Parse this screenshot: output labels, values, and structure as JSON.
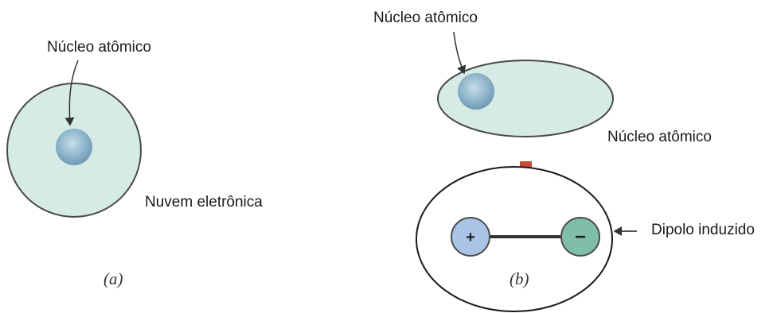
{
  "panel_a": {
    "nucleus_label": "Núcleo atômico",
    "cloud_label": "Nuvem eletrônica",
    "caption": "(a)"
  },
  "panel_b": {
    "nucleus_label": "Núcleo atômico",
    "side_label": "Núcleo atômico",
    "dipole_label": "Dipolo induzido",
    "caption": "(b)",
    "positive_sign": "+",
    "negative_sign": "−"
  },
  "colors": {
    "cloud_fill": "#d6ebe6",
    "outline": "#4a4a4a",
    "nucleus": "#8fb6cc",
    "arrow": "#c94a32",
    "positive_pole": "#aac3e6",
    "negative_pole": "#7fbfa8"
  }
}
